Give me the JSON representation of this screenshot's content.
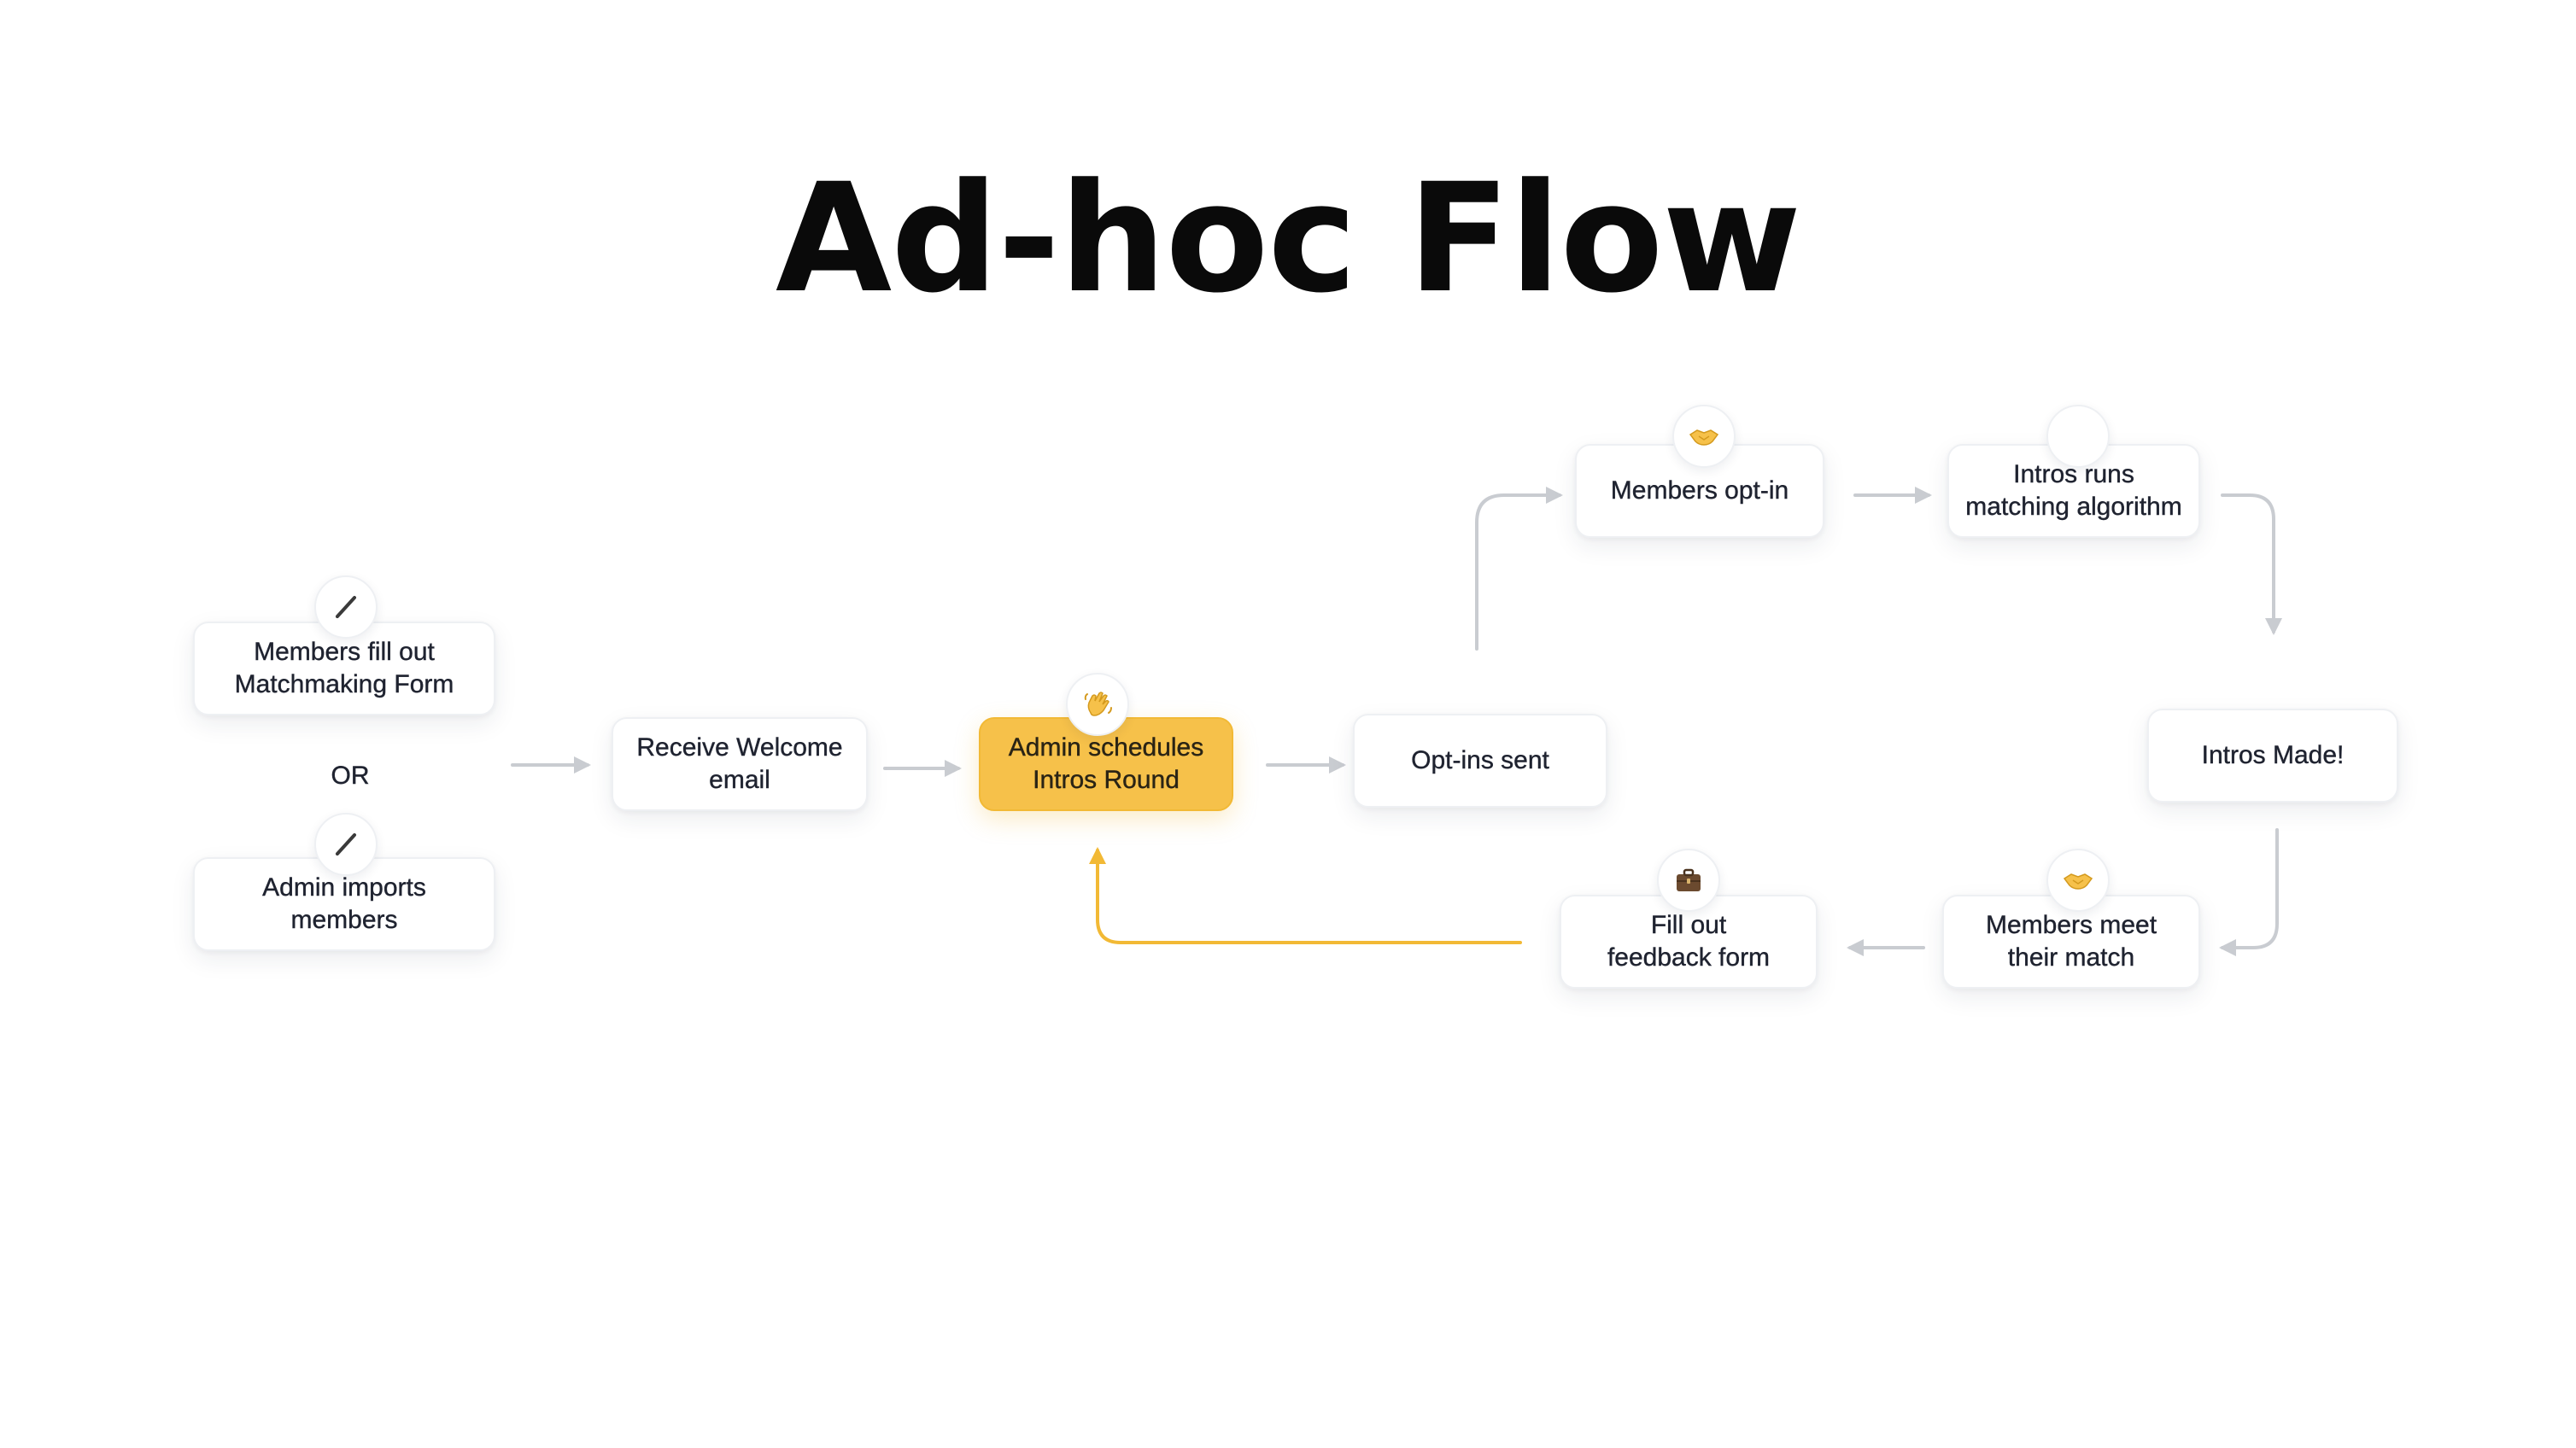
{
  "title": "Ad-hoc Flow",
  "or_label": "OR",
  "colors": {
    "highlight": "#f6c14a",
    "connector": "#c9ccd1",
    "return_connector": "#f2b935"
  },
  "nodes": {
    "matchmaking_form": {
      "label": "Members fill out\nMatchmaking Form",
      "icon": "pencil-icon"
    },
    "admin_imports": {
      "label": "Admin imports\nmembers",
      "icon": "pencil-icon"
    },
    "welcome_email": {
      "label": "Receive Welcome\nemail"
    },
    "admin_schedules": {
      "label": "Admin schedules\nIntros Round",
      "icon": "waving-hand-icon"
    },
    "optins_sent": {
      "label": "Opt-ins sent"
    },
    "members_optin": {
      "label": "Members opt-in",
      "icon": "handshake-icon"
    },
    "matching_algorithm": {
      "label": "Intros runs\nmatching algorithm",
      "icon": "blank-icon"
    },
    "intros_made": {
      "label": "Intros Made!"
    },
    "members_meet": {
      "label": "Members meet\ntheir match",
      "icon": "handshake-icon"
    },
    "feedback_form": {
      "label": "Fill out\nfeedback form",
      "icon": "briefcase-icon"
    }
  }
}
